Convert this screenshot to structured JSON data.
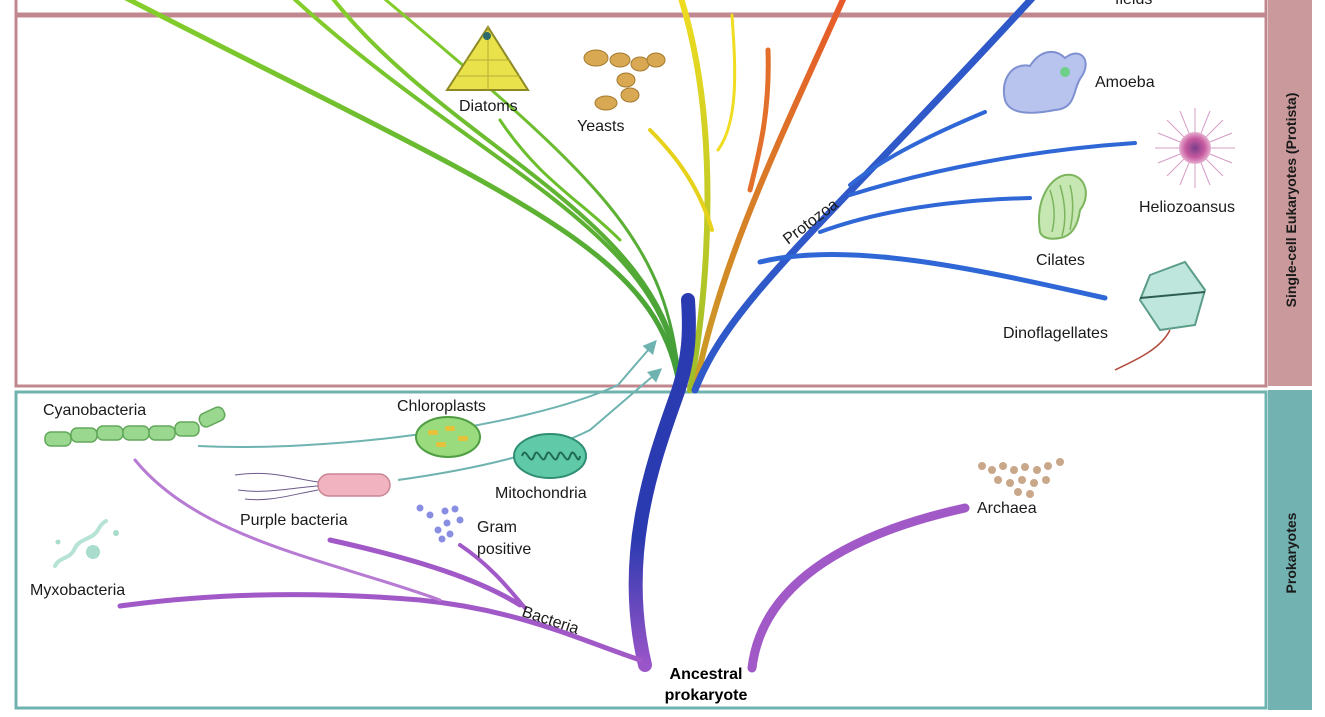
{
  "colors": {
    "eukaryote_frame": "#c0888e",
    "eukaryote_band": "#c9999b",
    "prokaryote_frame": "#6fb3b0",
    "prokaryote_band": "#72b2b0",
    "bacteria_purple": "#a259c8",
    "trunk_blue": "#2b3db0",
    "protozoa_blue": "#2f67d6",
    "green_branch": "#6bbf2c",
    "yellow_branch": "#e6d21a",
    "orange_branch": "#e3702a",
    "endosymbiosis_arrow": "#6fb3b0"
  },
  "regions": {
    "top_partial_label": "fields",
    "eukaryotes_label": "Single-cell Eukaryotes (Protista)",
    "prokaryotes_label": "Prokaryotes"
  },
  "labels": {
    "diatoms": "Diatoms",
    "yeasts": "Yeasts",
    "amoeba": "Amoeba",
    "heliozoansus": "Heliozoansus",
    "cilates": "Cilates",
    "dinoflagellates": "Dinoflagellates",
    "protozoa": "Protozoa",
    "cyanobacteria": "Cyanobacteria",
    "chloroplasts": "Chloroplasts",
    "mitochondria": "Mitochondria",
    "purple_bacteria": "Purple bacteria",
    "gram_line1": "Gram",
    "gram_line2": "positive",
    "myxobacteria": "Myxobacteria",
    "bacteria": "Bacteria",
    "archaea": "Archaea",
    "ancestral_line1": "Ancestral",
    "ancestral_line2": "prokaryote"
  },
  "icons": {
    "diatom": "diatom-icon",
    "yeast": "yeast-icon",
    "amoeba": "amoeba-icon",
    "heliozoan": "heliozoan-icon",
    "ciliate": "ciliate-icon",
    "dinoflagellate": "dinoflagellate-icon",
    "cyanobacteria": "cyanobacteria-icon",
    "chloroplast": "chloroplast-icon",
    "mitochondrion": "mitochondrion-icon",
    "purple_bacterium": "purple-bacterium-icon",
    "gram_positive": "gram-positive-cocci-icon",
    "myxobacteria": "myxobacteria-icon",
    "archaea": "archaea-icon"
  }
}
